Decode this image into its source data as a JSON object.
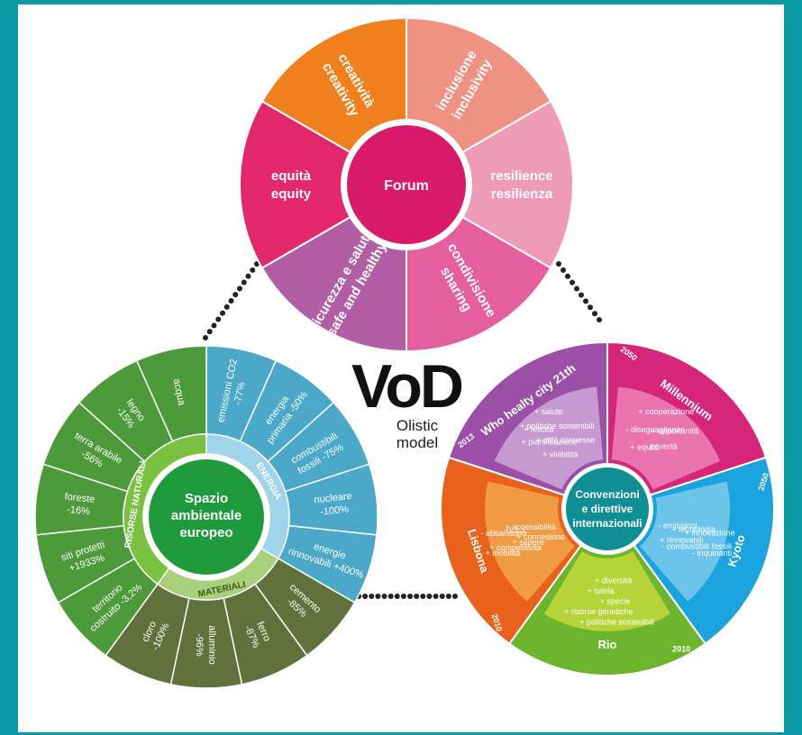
{
  "colors": {
    "frame": "#0a9aa6",
    "panel": "#ffffff",
    "dots": "#222222"
  },
  "logo": {
    "title": "VoD",
    "subtitle1": "Olistic",
    "subtitle2": "model"
  },
  "forum": {
    "center_label": "Forum",
    "center_color": "#d91a6b",
    "ring_color": "#ffffff",
    "segments": [
      {
        "lines": [
          "creatività",
          "creativity"
        ],
        "color": "#f07f1e"
      },
      {
        "lines": [
          "inclusione",
          "inclusivity"
        ],
        "color": "#ef9183"
      },
      {
        "lines": [
          "resilience",
          "resilienza"
        ],
        "color": "#ee9bb7"
      },
      {
        "lines": [
          "condivisione",
          "sharing"
        ],
        "color": "#e55e9e"
      },
      {
        "lines": [
          "sicurezza e salute",
          "safe and healthy"
        ],
        "color": "#b25ea4"
      },
      {
        "lines": [
          "equità",
          "equity"
        ],
        "color": "#e2286a"
      }
    ]
  },
  "spazio": {
    "center_lines": [
      "Spazio",
      "ambientale",
      "europeo"
    ],
    "center_color": "#1f9a3c",
    "groups": [
      {
        "label": "ENERGIA",
        "ring_color": "#9fd4ea",
        "text_color": "#ffffff"
      },
      {
        "label": "MATERIALI",
        "ring_color": "#a8cf7a",
        "text_color": "#3a5a1a"
      },
      {
        "label": "RISORSE NATURALI",
        "ring_color": "#7ac142",
        "text_color": "#ffffff"
      }
    ],
    "segments": [
      {
        "lines": [
          "emissioni CO2",
          "-77%"
        ],
        "color": "#4ba8c8"
      },
      {
        "lines": [
          "energia",
          "primaria -50%"
        ],
        "color": "#4ba8c8"
      },
      {
        "lines": [
          "combustibili",
          "fossili -75%"
        ],
        "color": "#4ba8c8"
      },
      {
        "lines": [
          "nucleare",
          "-100%"
        ],
        "color": "#4ba8c8"
      },
      {
        "lines": [
          "energie",
          "rinnovabili +400%"
        ],
        "color": "#4ba8c8"
      },
      {
        "lines": [
          "cemento",
          "-85%"
        ],
        "color": "#61713b"
      },
      {
        "lines": [
          "ferro",
          "-87%"
        ],
        "color": "#61713b"
      },
      {
        "lines": [
          "alluminio",
          "-96%"
        ],
        "color": "#61713b"
      },
      {
        "lines": [
          "cloro",
          "-100%"
        ],
        "color": "#61713b"
      },
      {
        "lines": [
          "territorio",
          "costruito -3,2%"
        ],
        "color": "#4c9a3a"
      },
      {
        "lines": [
          "siti protetti",
          "+1933%"
        ],
        "color": "#4c9a3a"
      },
      {
        "lines": [
          "foreste",
          "-16%"
        ],
        "color": "#4c9a3a"
      },
      {
        "lines": [
          "terra arabile",
          "-56%"
        ],
        "color": "#4c9a3a"
      },
      {
        "lines": [
          "legno",
          "-15%"
        ],
        "color": "#4c9a3a"
      },
      {
        "lines": [
          "acqua"
        ],
        "color": "#4c9a3a"
      }
    ]
  },
  "convenzioni": {
    "center_lines": [
      "Convenzioni",
      "e direttive",
      "internazionali"
    ],
    "center_color": "#0f8f93",
    "sectors": [
      {
        "name": "Millennium",
        "year": "2050",
        "ring_color": "#d6267a",
        "inner_color": "#ea75ae",
        "items": [
          "+ equità",
          "- povertà",
          "- diseguaglianze",
          "+ opportunità",
          "+ cooperazione"
        ]
      },
      {
        "name": "Kyoto",
        "year": "2050",
        "ring_color": "#1aa3dc",
        "inner_color": "#6cc4ea",
        "items": [
          "- emissioni",
          "+ rinnovabili",
          "+ tecnologia",
          "- combustibili fossili",
          "+ innovazione",
          "- inquinanti"
        ]
      },
      {
        "name": "Rio",
        "year": "2010",
        "ring_color": "#6db52e",
        "inner_color": "#b6d43a",
        "items": [
          "+ diversità",
          "+ tutela",
          "+ specie",
          "+ risorse genetiche",
          "+ politiche sostenibili"
        ]
      },
      {
        "name": "Lisbona",
        "year": "2010",
        "ring_color": "#e8621e",
        "inner_color": "#f29b45",
        "items": [
          "+ connesione",
          "+ accessibilità",
          "+ sapere",
          "+L.L.L.",
          "+ competitività",
          "- abbandono",
          "+ mobilità"
        ]
      },
      {
        "name": "Who healty city 21th",
        "year": "2013",
        "ring_color": "#9b4fa6",
        "inner_color": "#c69ad0",
        "items": [
          "+ vivibilità",
          "+ città connesse",
          "+ pianificazione",
          "+ politiche sostenibili",
          "+ felicità",
          "+ salute"
        ]
      }
    ]
  }
}
